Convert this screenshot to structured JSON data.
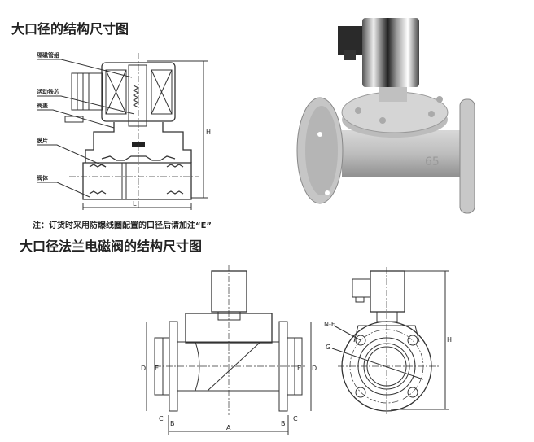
{
  "headings": {
    "top": "大口径的结构尺寸图",
    "bottom": "大口径法兰电磁阀的结构尺寸图"
  },
  "note": "注：订货时采用防爆线圈配置的口径后请加注“E”",
  "top_drawing": {
    "labels": [
      "隔磁管组",
      "活动铁芯",
      "阀盖",
      "膜片",
      "阀体"
    ],
    "dims": {
      "height": "H",
      "length": "L"
    }
  },
  "photo": {
    "body_marking": "65"
  },
  "bottom_drawing": {
    "front_dims": {
      "a": "A",
      "b_left": "B",
      "b_right": "B",
      "c_left": "C",
      "c_right": "C",
      "d_left": "D",
      "d_right": "D",
      "e_left": "E",
      "e_right": "E"
    },
    "side_dims": {
      "nf": "N-F",
      "g": "G",
      "h": "H"
    }
  }
}
